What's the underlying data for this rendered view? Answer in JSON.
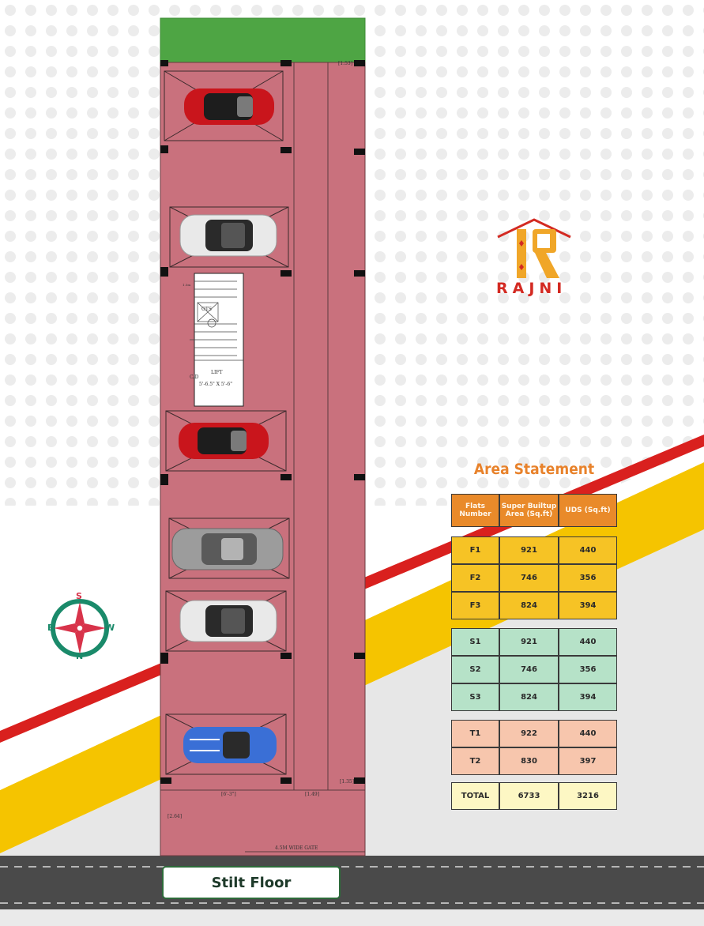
{
  "brand": {
    "name": "RAJNI"
  },
  "floor_label": "Stilt Floor",
  "compass": {
    "top": "S",
    "left": "E",
    "right": "W",
    "bottom": "N"
  },
  "plan_labels": {
    "lift": "LIFT",
    "lift_size": "5'-6.5\" X 5'-6\"",
    "cd": "C/D",
    "ots": "OTS",
    "gate": "4.5M WIDE GATE",
    "dim_top": "[1.53]",
    "dim_bottom": "[1.35]",
    "dim_left": "[6'-3\"]",
    "dim_mid": "[1.49]",
    "dim_vert": "[2.64]",
    "stair_mark": "1.5m"
  },
  "area_statement": {
    "title": "Area Statement",
    "headers": [
      "Flats Number",
      "Super Builtup Area (Sq.ft)",
      "UDS (Sq.ft)"
    ],
    "groups": [
      {
        "color": "#f6c325",
        "rows": [
          [
            "F1",
            "921",
            "440"
          ],
          [
            "F2",
            "746",
            "356"
          ],
          [
            "F3",
            "824",
            "394"
          ]
        ]
      },
      {
        "color": "#b6e2c8",
        "rows": [
          [
            "S1",
            "921",
            "440"
          ],
          [
            "S2",
            "746",
            "356"
          ],
          [
            "S3",
            "824",
            "394"
          ]
        ]
      },
      {
        "color": "#f7c6ad",
        "rows": [
          [
            "T1",
            "922",
            "440"
          ],
          [
            "T2",
            "830",
            "397"
          ]
        ]
      },
      {
        "color": "#fdf7c4",
        "rows": [
          [
            "TOTAL",
            "6733",
            "3216"
          ]
        ]
      }
    ]
  },
  "colors": {
    "floor": "#c9717d",
    "grass": "#4ea544",
    "stripe_red": "#d9201e",
    "stripe_yellow": "#f5c400",
    "road": "#4a4a4a",
    "accent_orange": "#e8822b",
    "compass_green": "#1a8a6a",
    "compass_red": "#d8334a"
  }
}
